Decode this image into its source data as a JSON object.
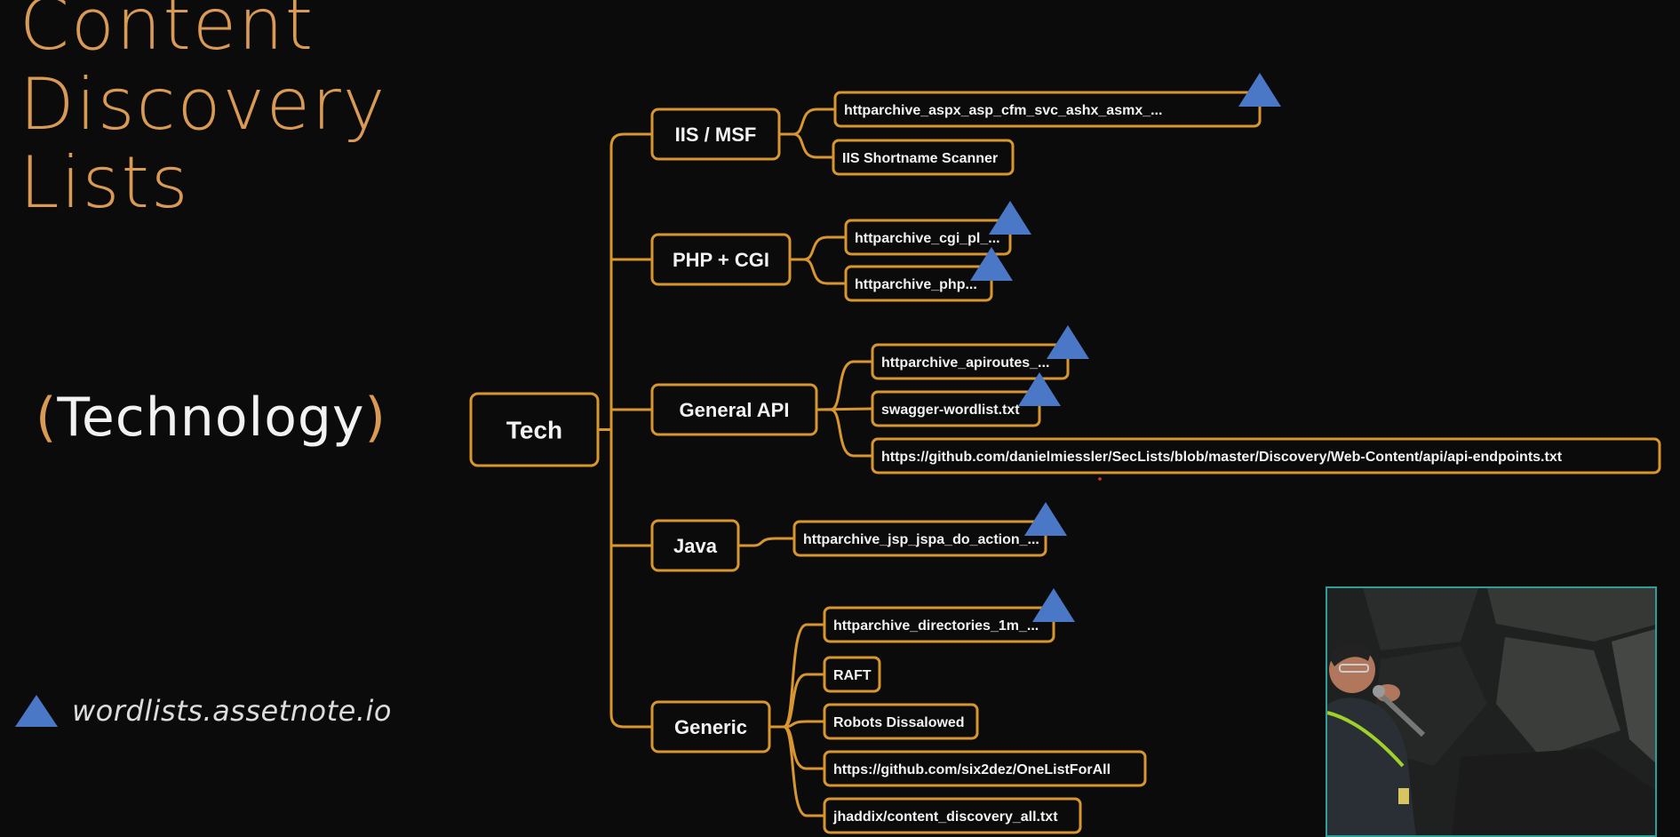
{
  "slide": {
    "title_lines": [
      "Content",
      "Discovery",
      "Lists"
    ],
    "subtitle_open": "(",
    "subtitle_text": "Technology",
    "subtitle_close": ")",
    "legend": {
      "icon": "blue-triangle-icon",
      "text": "wordlists.assetnote.io"
    }
  },
  "tree": {
    "root": "Tech",
    "categories": [
      {
        "label": "IIS / MSF",
        "items": [
          {
            "text": "httparchive_aspx_asp_cfm_svc_ashx_asmx_...",
            "marker": true
          },
          {
            "text": "IIS Shortname Scanner",
            "marker": false
          }
        ]
      },
      {
        "label": "PHP + CGI",
        "items": [
          {
            "text": "httparchive_cgi_pl_...",
            "marker": true
          },
          {
            "text": "httparchive_php...",
            "marker": true
          }
        ]
      },
      {
        "label": "General API",
        "items": [
          {
            "text": "httparchive_apiroutes_...",
            "marker": true
          },
          {
            "text": "swagger-wordlist.txt",
            "marker": true
          },
          {
            "text": "https://github.com/danielmiessler/SecLists/blob/master/Discovery/Web-Content/api/api-endpoints.txt",
            "marker": false
          }
        ]
      },
      {
        "label": "Java",
        "items": [
          {
            "text": "httparchive_jsp_jspa_do_action_...",
            "marker": true
          }
        ]
      },
      {
        "label": "Generic",
        "items": [
          {
            "text": "httparchive_directories_1m_...",
            "marker": true
          },
          {
            "text": "RAFT",
            "marker": false
          },
          {
            "text": "Robots Dissalowed",
            "marker": false
          },
          {
            "text": "https://github.com/six2dez/OneListForAll",
            "marker": false
          },
          {
            "text": "jhaddix/content_discovery_all.txt",
            "marker": false
          }
        ]
      }
    ]
  },
  "colors": {
    "accent": "#d8962f",
    "title": "#d89a55",
    "marker": "#4a78c6",
    "text": "#f2f2f2",
    "webcam_border": "#2e9e97"
  }
}
